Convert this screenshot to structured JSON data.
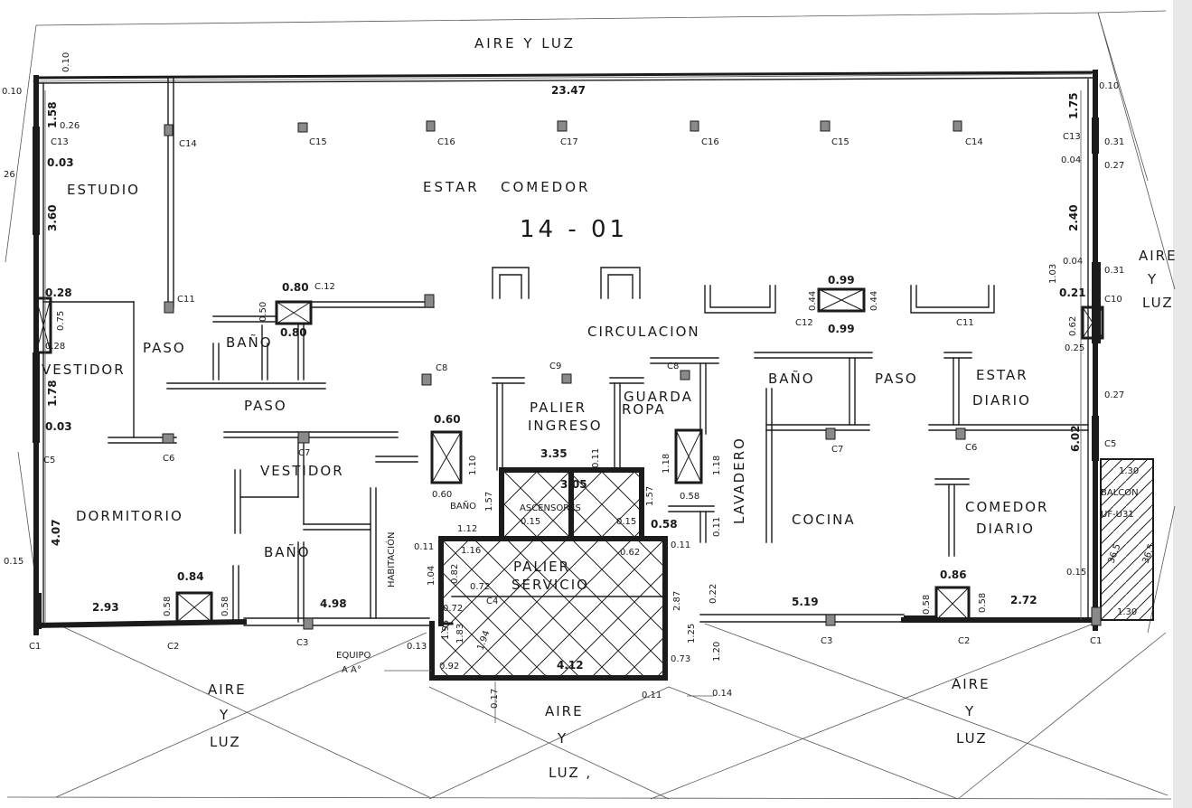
{
  "unit": "14 - 01",
  "exterior": {
    "top": "AIRE  Y  LUZ",
    "right": [
      "AIRE",
      "Y",
      "LUZ"
    ],
    "bottom_left": [
      "AIRE",
      "Y",
      "LUZ"
    ],
    "bottom_center": [
      "AIRE",
      "Y",
      "LUZ ,"
    ],
    "bottom_right": [
      "AIRE",
      "Y",
      "LUZ"
    ]
  },
  "rooms": {
    "estudio": "ESTUDIO",
    "estar_comedor": "ESTAR   COMEDOR",
    "circulacion": "CIRCULACION",
    "paso_left": "PASO",
    "bano_small": "BAÑO",
    "vestidor_left": "VESTIDOR",
    "paso_center": "PASO",
    "vestidor_center": "VESTIDOR",
    "dormitorio": "DORMITORIO",
    "bano_bottom": "BAÑO",
    "habitacion": "HABITACIÓN",
    "palier_ingreso_1": "PALIER",
    "palier_ingreso_2": "INGRESO",
    "guarda_ropa_1": "GUARDA",
    "guarda_ropa_2": "ROPA",
    "bano_mid": "BAÑO",
    "ascensores": "ASCENSORES",
    "palier_servicio_1": "PALIER",
    "palier_servicio_2": "SERVICIO",
    "lavadero": "LAVADERO",
    "bano_right": "BAÑO",
    "paso_right": "PASO",
    "estar_diario_1": "ESTAR",
    "estar_diario_2": "DIARIO",
    "cocina": "COCINA",
    "comedor_diario_1": "COMEDOR",
    "comedor_diario_2": "DIARIO",
    "balcon": "BALCON",
    "balcon_code": "UF-U31",
    "equipo_1": "EQUIPO",
    "equipo_2": "A A°"
  },
  "columns": {
    "c14a": "C14",
    "c15a": "C15",
    "c16a": "C16",
    "c17": "C17",
    "c16b": "C16",
    "c15b": "C15",
    "c14b": "C14",
    "c13a": "C13",
    "c13b": "C13",
    "c11a": "C11",
    "c12a": "C.12",
    "c12b": "C12",
    "c11b": "C11",
    "c10": "C10",
    "c8a": "C8",
    "c9": "C9",
    "c8b": "C8",
    "c5a": "C5",
    "c6a": "C6",
    "c7a": "C7",
    "c7b": "C7",
    "c6b": "C6",
    "c5b": "C5",
    "c1a": "C1",
    "c2a": "C2",
    "c3a": "C3",
    "c4": "C4",
    "c3b": "C3",
    "c2b": "C2",
    "c1b": "C1"
  },
  "dimensions": {
    "d2347": "23.47",
    "d010a": "0.10",
    "d010b": "0.10",
    "d010c": "0.10",
    "d026a": "0.26",
    "d158": "1.58",
    "d003a": "0.03",
    "d360": "3.60",
    "d026b": "26",
    "d028a": "0.28",
    "d075": "0.75",
    "d028b": "0.28",
    "d178": "1.78",
    "d003b": "0.03",
    "d407": "4.07",
    "d015a": "0.15",
    "d293": "2.93",
    "d058a": "0.58",
    "d084": "0.84",
    "d058b": "0.58",
    "d498": "4.98",
    "d080a": "0.80",
    "d050": "0.50",
    "d080b": "0.80",
    "d099a": "0.99",
    "d044a": "0.44",
    "d044b": "0.44",
    "d099b": "0.99",
    "d175": "1.75",
    "d031a": "0.31",
    "d004a": "0.04",
    "d027a": "0.27",
    "d240": "2.40",
    "d103": "1.03",
    "d004b": "0.04",
    "d031b": "0.31",
    "d021": "0.21",
    "d062": "0.62",
    "d025": "0.25",
    "d027b": "0.27",
    "d602": "6.02",
    "d130a": "1.30",
    "d365a": "36.5",
    "d365b": "36.5",
    "d130b": "1.30",
    "d015b": "0.15",
    "d272": "2.72",
    "d058c": "0.58",
    "d086": "0.86",
    "d058d": "0.58",
    "d519": "5.19",
    "d022": "0.22",
    "d060a": "0.60",
    "d110": "1.10",
    "d060b": "0.60",
    "d157a": "1.57",
    "d112": "1.12",
    "d335": "3.35",
    "d305": "3.05",
    "d157b": "1.57",
    "d015c": "0.15",
    "d015d": "0.15",
    "d058e": "0.58",
    "d118a": "1.18",
    "d058f": "0.58",
    "d118b": "1.18",
    "d011a": "0.11",
    "d116": "1.16",
    "d062b": "0.62",
    "d104": "1.04",
    "d082": "0.82",
    "d072a": "0.72",
    "d072b": "0.72",
    "d183": "1.83",
    "d194": "1.94",
    "d092": "0.92",
    "d412": "4.12",
    "d287": "2.87",
    "d125": "1.25",
    "d073": "0.73",
    "d120": "1.20",
    "d014": "0.14",
    "d011b": "0.11",
    "d013": "0.13",
    "d017": "0.17",
    "d011c": "0.11",
    "d011d": "0.11",
    "d011e": "0.11",
    "d195": "1.95"
  }
}
